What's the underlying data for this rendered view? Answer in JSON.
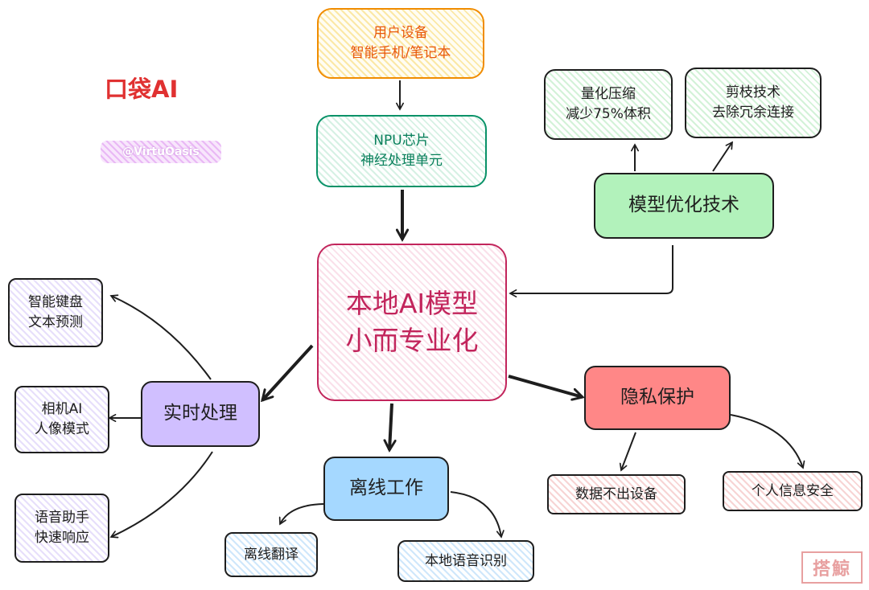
{
  "colors": {
    "brand_red": "#e03131",
    "accent_pink": "#c2255c",
    "user_orange": "#f08c00",
    "npu_green": "#099268",
    "watermark_purple": "#e599f7",
    "stamp_red": "#e8a0a0"
  },
  "brand": {
    "prefix": "口袋",
    "suffix": "AI"
  },
  "watermark": "@VirtuOasis",
  "stamp": "搭鯨",
  "nodes": {
    "user_device": {
      "line1": "用户设备",
      "line2": "智能手机/笔记本"
    },
    "npu_chip": {
      "line1": "NPU芯片",
      "line2": "神经处理单元"
    },
    "center": {
      "line1": "本地AI模型",
      "line2": "小而专业化"
    },
    "model_optimization": {
      "label": "模型优化技术"
    },
    "quantization": {
      "line1": "量化压缩",
      "line2": "减少75%体积"
    },
    "pruning": {
      "line1": "剪枝技术",
      "line2": "去除冗余连接"
    },
    "realtime": {
      "label": "实时处理"
    },
    "smart_keyboard": {
      "line1": "智能键盘",
      "line2": "文本预测"
    },
    "camera_ai": {
      "line1": "相机AI",
      "line2": "人像模式"
    },
    "voice_assistant": {
      "line1": "语音助手",
      "line2": "快速响应"
    },
    "offline": {
      "label": "离线工作"
    },
    "offline_translation": {
      "label": "离线翻译"
    },
    "local_speech": {
      "label": "本地语音识别"
    },
    "privacy": {
      "label": "隐私保护"
    },
    "data_stays": {
      "label": "数据不出设备"
    },
    "personal_info": {
      "label": "个人信息安全"
    }
  }
}
